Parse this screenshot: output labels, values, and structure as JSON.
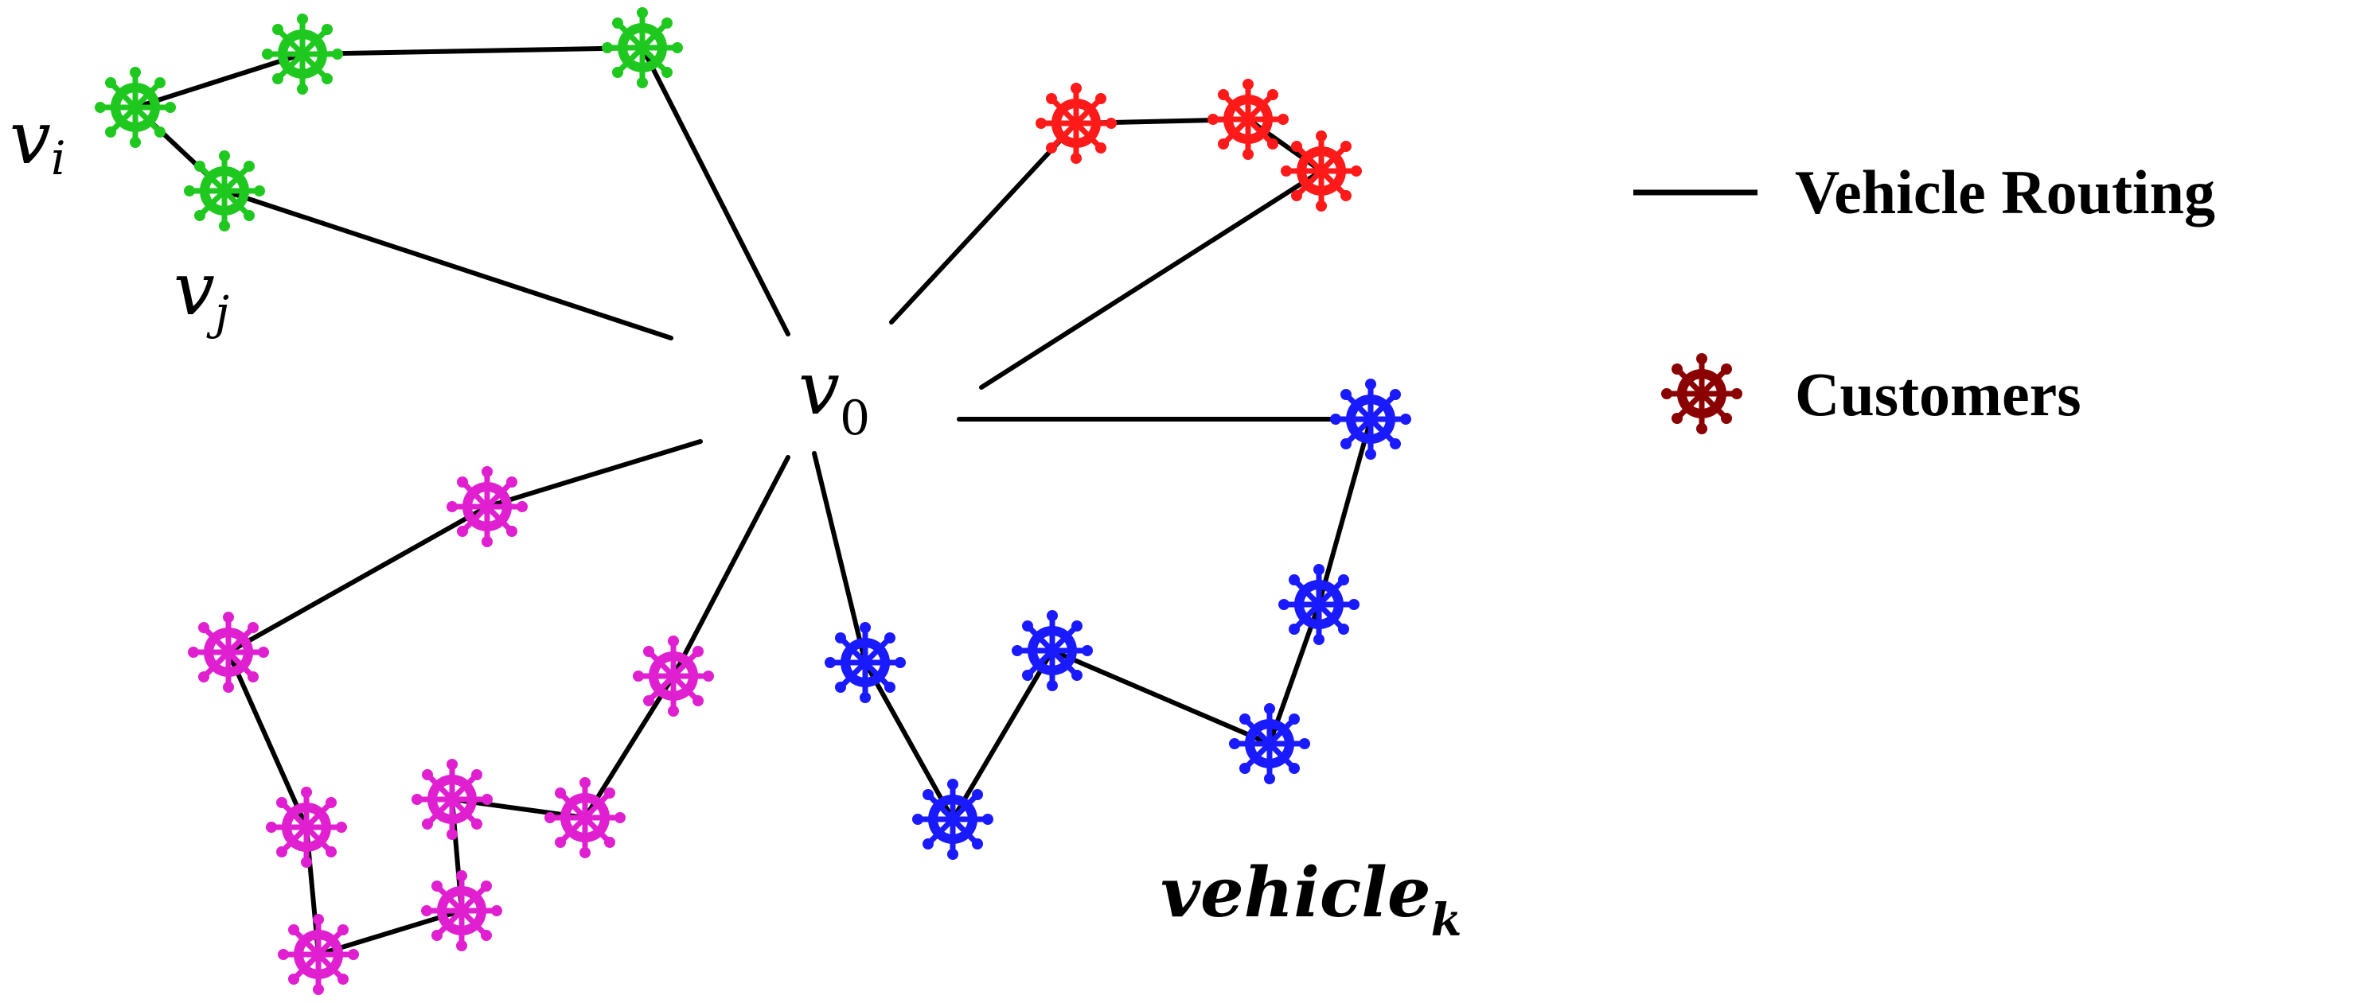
{
  "labels": {
    "depot": "v",
    "depot_sub": "0",
    "vi": "v",
    "vi_sub": "i",
    "vj": "v",
    "vj_sub": "j",
    "vehicle": "vehicle",
    "vehicle_sub": "k"
  },
  "legend": {
    "routing_label": "Vehicle Routing",
    "customers_label": "Customers",
    "route_color": "#000000",
    "customer_color": "#8b0000"
  },
  "routes": [
    {
      "name": "green",
      "color": "#1ec81e",
      "node_ids": [
        "g1",
        "g2",
        "g3",
        "g4"
      ]
    },
    {
      "name": "red",
      "color": "#ff1a1a",
      "node_ids": [
        "r1",
        "r2",
        "r3"
      ]
    },
    {
      "name": "blue",
      "color": "#1a1aff",
      "node_ids": [
        "b1",
        "b2",
        "b3",
        "b4",
        "b5",
        "b6"
      ]
    },
    {
      "name": "magenta",
      "color": "#e020d0",
      "node_ids": [
        "m1",
        "m2",
        "m3",
        "m4",
        "m5",
        "m6",
        "m7",
        "m8"
      ]
    }
  ],
  "icons": {
    "customer": "ship-wheel-icon"
  }
}
